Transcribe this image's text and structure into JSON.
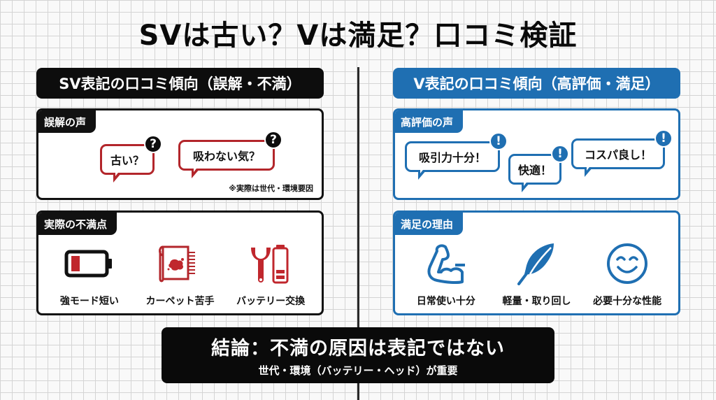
{
  "title": "SVは古い？Vは満足？口コミ検証",
  "colors": {
    "dark": "#0d0d0d",
    "accent_red": "#b3262b",
    "accent_blue": "#1f6fb2",
    "grid": "#d4d4d4"
  },
  "left": {
    "header": "SV表記の口コミ傾向（誤解・不満）",
    "misunderstanding": {
      "tab": "誤解の声",
      "bubbles": [
        {
          "text": "古い？",
          "badge": "?"
        },
        {
          "text": "吸わない気？",
          "badge": "?"
        }
      ],
      "note": "※実際は世代・環境要因"
    },
    "complaints": {
      "tab": "実際の不満点",
      "items": [
        {
          "icon": "low-battery-icon",
          "label": "強モード短い"
        },
        {
          "icon": "carpet-stain-icon",
          "label": "カーペット苦手"
        },
        {
          "icon": "wrench-battery-icon",
          "label": "バッテリー交換"
        }
      ]
    }
  },
  "right": {
    "header": "V表記の口コミ傾向（高評価・満足）",
    "praise": {
      "tab": "高評価の声",
      "bubbles": [
        {
          "text": "吸引力十分！",
          "badge": "!"
        },
        {
          "text": "快適！",
          "badge": "!"
        },
        {
          "text": "コスパ良し！",
          "badge": "!"
        }
      ]
    },
    "reasons": {
      "tab": "満足の理由",
      "items": [
        {
          "icon": "flexed-arm-icon",
          "label": "日常使い十分"
        },
        {
          "icon": "feather-icon",
          "label": "軽量・取り回し"
        },
        {
          "icon": "smiley-icon",
          "label": "必要十分な性能"
        }
      ]
    }
  },
  "conclusion": {
    "main": "結論：不満の原因は表記ではない",
    "sub": "世代・環境（バッテリー・ヘッド）が重要"
  }
}
